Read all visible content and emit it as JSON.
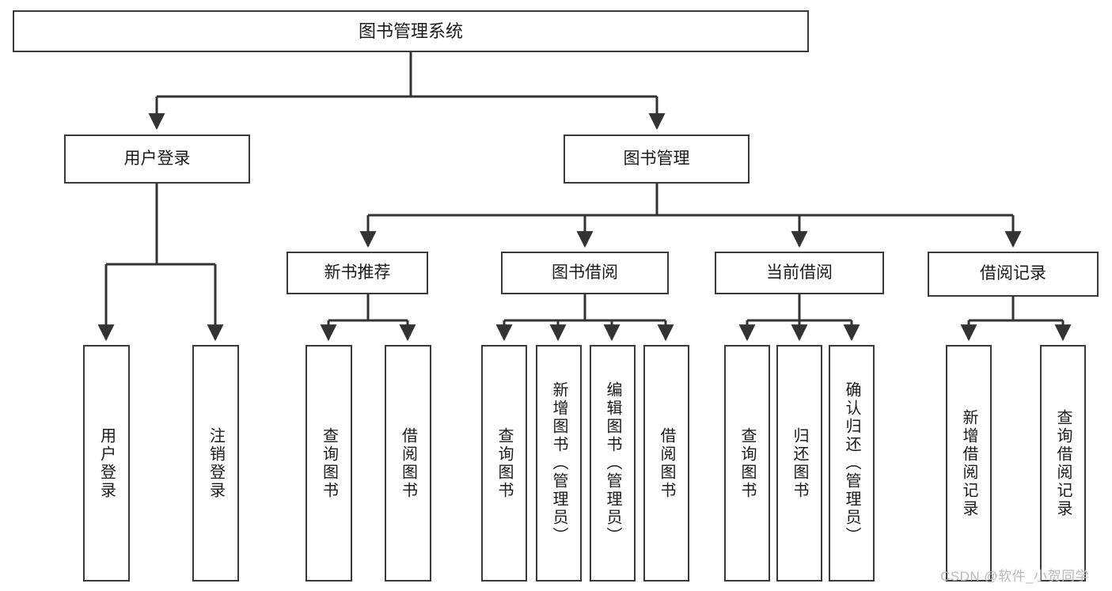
{
  "diagram": {
    "title": "图书管理系统",
    "type": "功能结构图",
    "watermark": "CSDN @软件_小贺同学",
    "colors": {
      "node_border": "#3a3a3a",
      "node_fill": "#ffffff",
      "edge": "#333333",
      "text": "#1a1a1a",
      "watermark": "#b9b9b9",
      "background": "#ffffff"
    },
    "nodes": {
      "root": {
        "label": "图书管理系统"
      },
      "level2": [
        {
          "id": "user-login",
          "label": "用户登录"
        },
        {
          "id": "book-manage",
          "label": "图书管理"
        }
      ],
      "level3": [
        {
          "id": "new-book-recommend",
          "label": "新书推荐"
        },
        {
          "id": "book-borrow",
          "label": "图书借阅"
        },
        {
          "id": "current-borrow",
          "label": "当前借阅"
        },
        {
          "id": "borrow-record",
          "label": "借阅记录"
        }
      ],
      "leaves": {
        "user-login": [
          {
            "id": "leaf-user-login",
            "label": "用户登录"
          },
          {
            "id": "leaf-logout-login",
            "label": "注销登录"
          }
        ],
        "new-book-recommend": [
          {
            "id": "leaf-query-book-1",
            "label": "查询图书"
          },
          {
            "id": "leaf-borrow-book-1",
            "label": "借阅图书"
          }
        ],
        "book-borrow": [
          {
            "id": "leaf-query-book-2",
            "label": "查询图书"
          },
          {
            "id": "leaf-add-book",
            "label": "新增图书（管理员）"
          },
          {
            "id": "leaf-edit-book",
            "label": "编辑图书（管理员）"
          },
          {
            "id": "leaf-borrow-book-2",
            "label": "借阅图书"
          }
        ],
        "current-borrow": [
          {
            "id": "leaf-query-book-3",
            "label": "查询图书"
          },
          {
            "id": "leaf-return-book",
            "label": "归还图书"
          },
          {
            "id": "leaf-confirm-return",
            "label": "确认归还（管理员）"
          }
        ],
        "borrow-record": [
          {
            "id": "leaf-add-record",
            "label": "新增借阅记录"
          },
          {
            "id": "leaf-query-record",
            "label": "查询借阅记录"
          }
        ]
      }
    }
  }
}
